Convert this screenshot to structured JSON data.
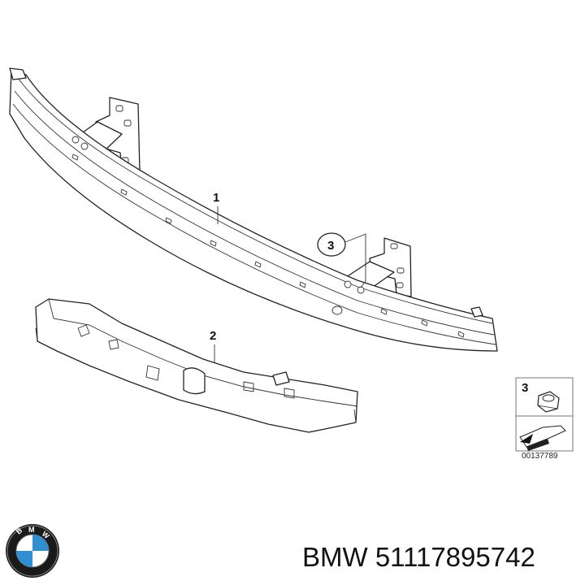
{
  "diagram": {
    "callouts": [
      {
        "id": "part-1",
        "label": "1"
      },
      {
        "id": "part-2",
        "label": "2"
      },
      {
        "id": "part-3",
        "label": "3"
      }
    ],
    "legend": {
      "item_label": "3",
      "drawing_code": "00137789",
      "icons": [
        "hex-nut-icon",
        "arrow-icon"
      ]
    }
  },
  "footer": {
    "brand": "BMW",
    "part_number": "51117895742",
    "text": "BMW 51117895742"
  },
  "colors": {
    "ink": "#222222",
    "logo_blue": "#2f8fd0",
    "background": "#ffffff"
  }
}
